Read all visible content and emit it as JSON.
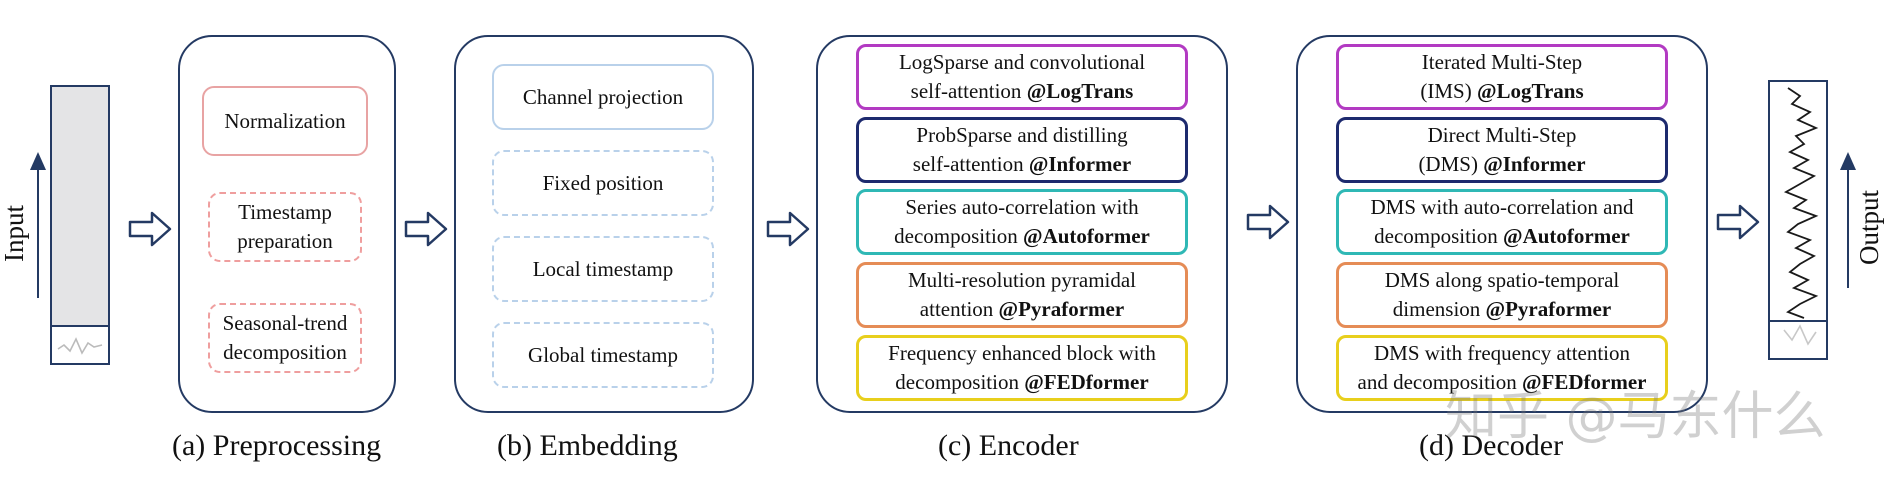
{
  "input_label": "Input",
  "output_label": "Output",
  "panels": {
    "preprocessing": {
      "caption": "(a) Preprocessing",
      "items": [
        "Normalization",
        "Timestamp preparation",
        "Seasonal-trend decomposition"
      ]
    },
    "embedding": {
      "caption": "(b) Embedding",
      "items": [
        "Channel projection",
        "Fixed position",
        "Local timestamp",
        "Global timestamp"
      ]
    },
    "encoder": {
      "caption": "(c) Encoder",
      "items": [
        {
          "line1": "LogSparse and convolutional",
          "line2": "self-attention ",
          "model": "@LogTrans"
        },
        {
          "line1": "ProbSparse and distilling",
          "line2": "self-attention ",
          "model": "@Informer"
        },
        {
          "line1": "Series auto-correlation with",
          "line2": "decomposition ",
          "model": "@Autoformer"
        },
        {
          "line1": "Multi-resolution pyramidal",
          "line2": "attention ",
          "model": "@Pyraformer"
        },
        {
          "line1": "Frequency enhanced block with",
          "line2": "decomposition ",
          "model": "@FEDformer"
        }
      ]
    },
    "decoder": {
      "caption": "(d) Decoder",
      "items": [
        {
          "line1": "Iterated Multi-Step",
          "line2": "(IMS) ",
          "model": "@LogTrans"
        },
        {
          "line1": "Direct Multi-Step",
          "line2": "(DMS) ",
          "model": "@Informer"
        },
        {
          "line1": "DMS with auto-correlation and",
          "line2": "decomposition ",
          "model": "@Autoformer"
        },
        {
          "line1": "DMS along spatio-temporal",
          "line2": "dimension ",
          "model": "@Pyraformer"
        },
        {
          "line1": "DMS with frequency attention",
          "line2": "and decomposition ",
          "model": "@FEDformer"
        }
      ]
    }
  },
  "watermark": "知乎 @马东什么",
  "colors": {
    "panel_border": "#243a63",
    "pink": "#e8a3a3",
    "light_blue": "#b9d1ea",
    "purple": "#b23ac2",
    "navy": "#1d2a6e",
    "teal": "#2fb8b5",
    "orange": "#e58c56",
    "yellow": "#e8cf1c"
  },
  "icons": [
    "right-hollow-arrow-icon",
    "up-arrow-icon",
    "time-series-icon"
  ]
}
